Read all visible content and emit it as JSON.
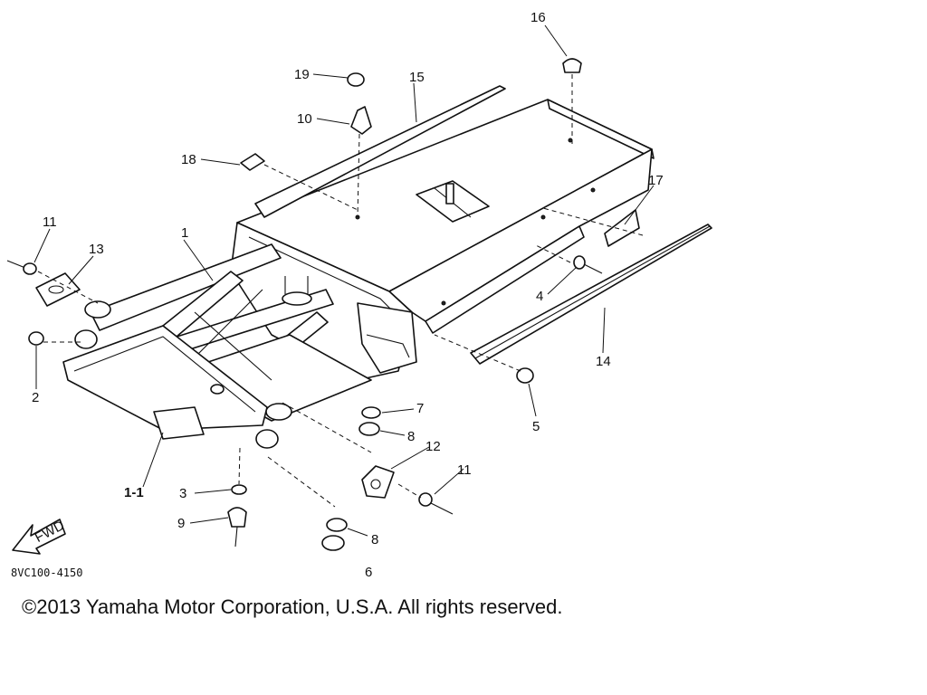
{
  "diagram": {
    "code": "8VC100-4150",
    "fwd_label": "FWD",
    "callouts": [
      {
        "id": "c16",
        "text": "16"
      },
      {
        "id": "c19",
        "text": "19"
      },
      {
        "id": "c15",
        "text": "15"
      },
      {
        "id": "c10",
        "text": "10"
      },
      {
        "id": "c18",
        "text": "18"
      },
      {
        "id": "c17",
        "text": "17"
      },
      {
        "id": "c11a",
        "text": "11"
      },
      {
        "id": "c13",
        "text": "13"
      },
      {
        "id": "c1",
        "text": "1"
      },
      {
        "id": "c4",
        "text": "4"
      },
      {
        "id": "c14",
        "text": "14"
      },
      {
        "id": "c2",
        "text": "2"
      },
      {
        "id": "c5",
        "text": "5"
      },
      {
        "id": "c7",
        "text": "7"
      },
      {
        "id": "c8a",
        "text": "8"
      },
      {
        "id": "c12",
        "text": "12"
      },
      {
        "id": "c11b",
        "text": "11"
      },
      {
        "id": "c1-1",
        "text": "1-1"
      },
      {
        "id": "c3",
        "text": "3"
      },
      {
        "id": "c9",
        "text": "9"
      },
      {
        "id": "c8b",
        "text": "8"
      },
      {
        "id": "c6",
        "text": "6"
      }
    ]
  },
  "copyright": "©2013 Yamaha Motor Corporation, U.S.A. All rights reserved."
}
